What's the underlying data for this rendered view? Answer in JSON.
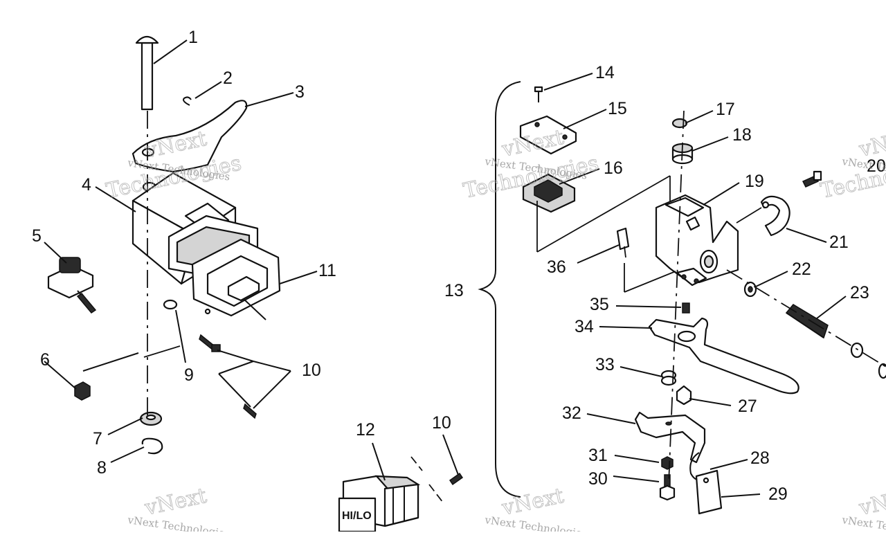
{
  "diagram": {
    "watermark": {
      "line1": "vNext Technologies",
      "big1": "vNext",
      "big2": "Technologies"
    },
    "callouts": [
      "1",
      "2",
      "3",
      "4",
      "5",
      "6",
      "7",
      "8",
      "9",
      "10",
      "11",
      "12",
      "10",
      "13",
      "14",
      "15",
      "16",
      "17",
      "18",
      "19",
      "20",
      "21",
      "22",
      "23",
      "27",
      "28",
      "29",
      "30",
      "31",
      "32",
      "33",
      "34",
      "35",
      "36"
    ],
    "switch_label": "HI/LO"
  }
}
